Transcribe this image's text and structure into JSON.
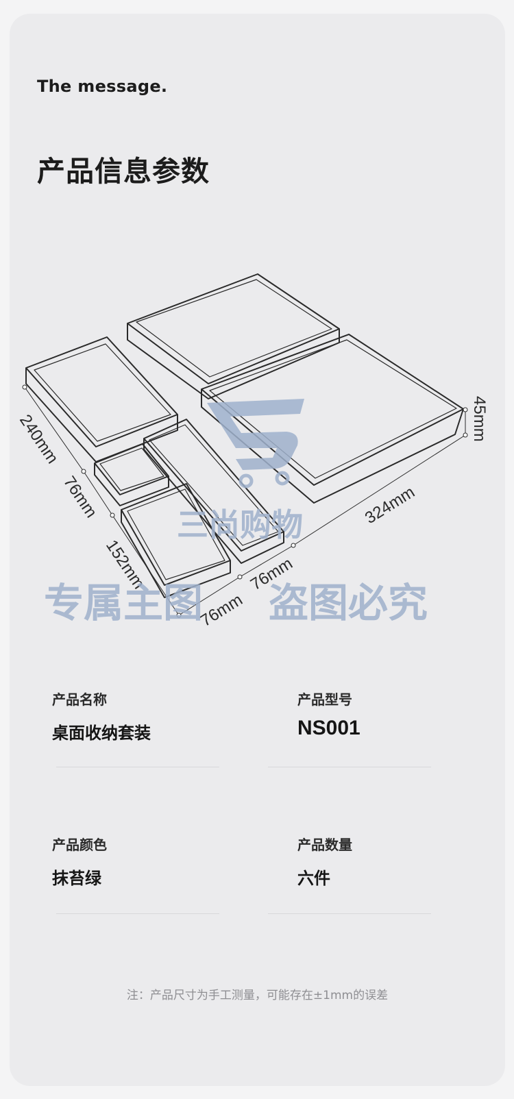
{
  "header": {
    "eyebrow": "The message.",
    "title": "产品信息参数"
  },
  "diagram": {
    "dimensions": [
      "240mm",
      "76mm",
      "152mm",
      "76mm",
      "76mm",
      "324mm",
      "45mm"
    ],
    "watermark": {
      "brand": "三尚购物",
      "notice_left": "专属主图",
      "notice_right": "盗图必究"
    }
  },
  "specs": [
    {
      "label": "产品名称",
      "value": "桌面收纳套装"
    },
    {
      "label": "产品型号",
      "value": "NS001"
    },
    {
      "label": "产品颜色",
      "value": "抹苔绿"
    },
    {
      "label": "产品数量",
      "value": "六件"
    }
  ],
  "footnote": "注：产品尺寸为手工测量，可能存在±1mm的误差",
  "colors": {
    "card_background": "#ebebed",
    "page_background": "#f4f4f5",
    "watermark": "#9fb1cc",
    "line": "#2a2a2a"
  }
}
